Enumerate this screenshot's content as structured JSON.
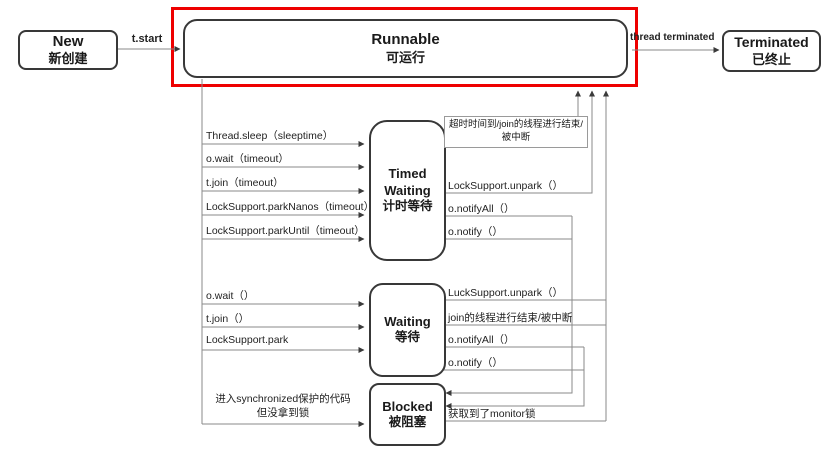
{
  "diagram_title": "Java thread state transition diagram",
  "nodes": {
    "new": {
      "en": "New",
      "cn": "新创建"
    },
    "runnable": {
      "en": "Runnable",
      "cn": "可运行"
    },
    "terminated": {
      "en": "Terminated",
      "cn": "已终止"
    },
    "timed_waiting": {
      "en1": "Timed",
      "en2": "Waiting",
      "cn": "计时等待"
    },
    "waiting": {
      "en": "Waiting",
      "cn": "等待"
    },
    "blocked": {
      "en": "Blocked",
      "cn": "被阻塞"
    }
  },
  "edges": {
    "t_start": "t.start",
    "thread_terminated": "thread terminated",
    "timed_in": [
      "Thread.sleep（sleeptime）",
      "o.wait（timeout）",
      "t.join（timeout）",
      "LockSupport.parkNanos（timeout）",
      "LockSupport.parkUntil（timeout）"
    ],
    "timed_out_timeout_1": "超时时间到/join的线程进行结束/",
    "timed_out_timeout_2": "被中断",
    "timed_out_unpark": "LockSupport.unpark（）",
    "timed_out_notify_all": "o.notifyAll（）",
    "timed_out_notify": "o.notify（）",
    "waiting_in": [
      "o.wait（）",
      "t.join（）",
      "LockSupport.park"
    ],
    "waiting_out_unpark": "LuckSupport.unpark（）",
    "waiting_out_join_end": "join的线程进行结束/被中断",
    "waiting_out_notify_all": "o.notifyAll（）",
    "waiting_out_notify": "o.notify（）",
    "blocked_in_1": "进入synchronized保护的代码",
    "blocked_in_2": "但没拿到锁",
    "blocked_out": "获取到了monitor锁"
  },
  "colors": {
    "highlight": "#ee0000",
    "line": "#8a8a8a",
    "arrowhead": "#3a3a3a",
    "node_border": "#383838",
    "background": "#ffffff"
  }
}
